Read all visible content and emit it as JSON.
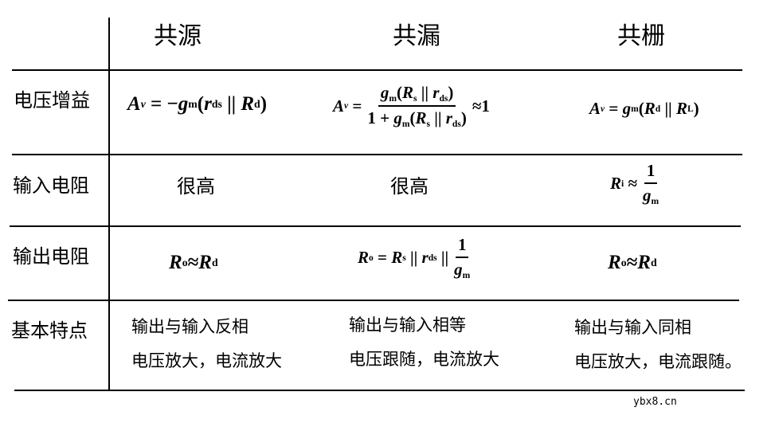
{
  "table": {
    "headers": [
      "共源",
      "共漏",
      "共栅"
    ],
    "rows": [
      {
        "label": "电压增益",
        "common_source": "Av = −gm(rds || Rd)",
        "common_drain": "Av = gm(Rs || rds) / (1 + gm(Rs || rds)) ≈ 1",
        "common_gate": "Av = gm(Rd || RL)"
      },
      {
        "label": "输入电阻",
        "common_source": "很高",
        "common_drain": "很高",
        "common_gate": "Ri ≈ 1/gm"
      },
      {
        "label": "输出电阻",
        "common_source": "Ro ≈ Rd",
        "common_drain": "Ro = Rs || rds || 1/gm",
        "common_gate": "Ro ≈ Rd"
      },
      {
        "label": "基本特点",
        "common_source": [
          "输出与输入反相",
          "电压放大，电流放大"
        ],
        "common_drain": [
          "输出与输入相等",
          "电压跟随，电流放大"
        ],
        "common_gate": [
          "输出与输入同相",
          "电压放大，电流跟随。"
        ]
      }
    ]
  },
  "math_tokens": {
    "A": "A",
    "v": "v",
    "eq": "=",
    "minus": "−",
    "g": "g",
    "m": "m",
    "r": "r",
    "ds": "ds",
    "par": "||",
    "R": "R",
    "d": "d",
    "s": "s",
    "L": "L",
    "i": "i",
    "o": "o",
    "one": "1",
    "plus": "+",
    "approx": "≈",
    "lp": "(",
    "rp": ")"
  },
  "watermark": "ybx8.cn"
}
